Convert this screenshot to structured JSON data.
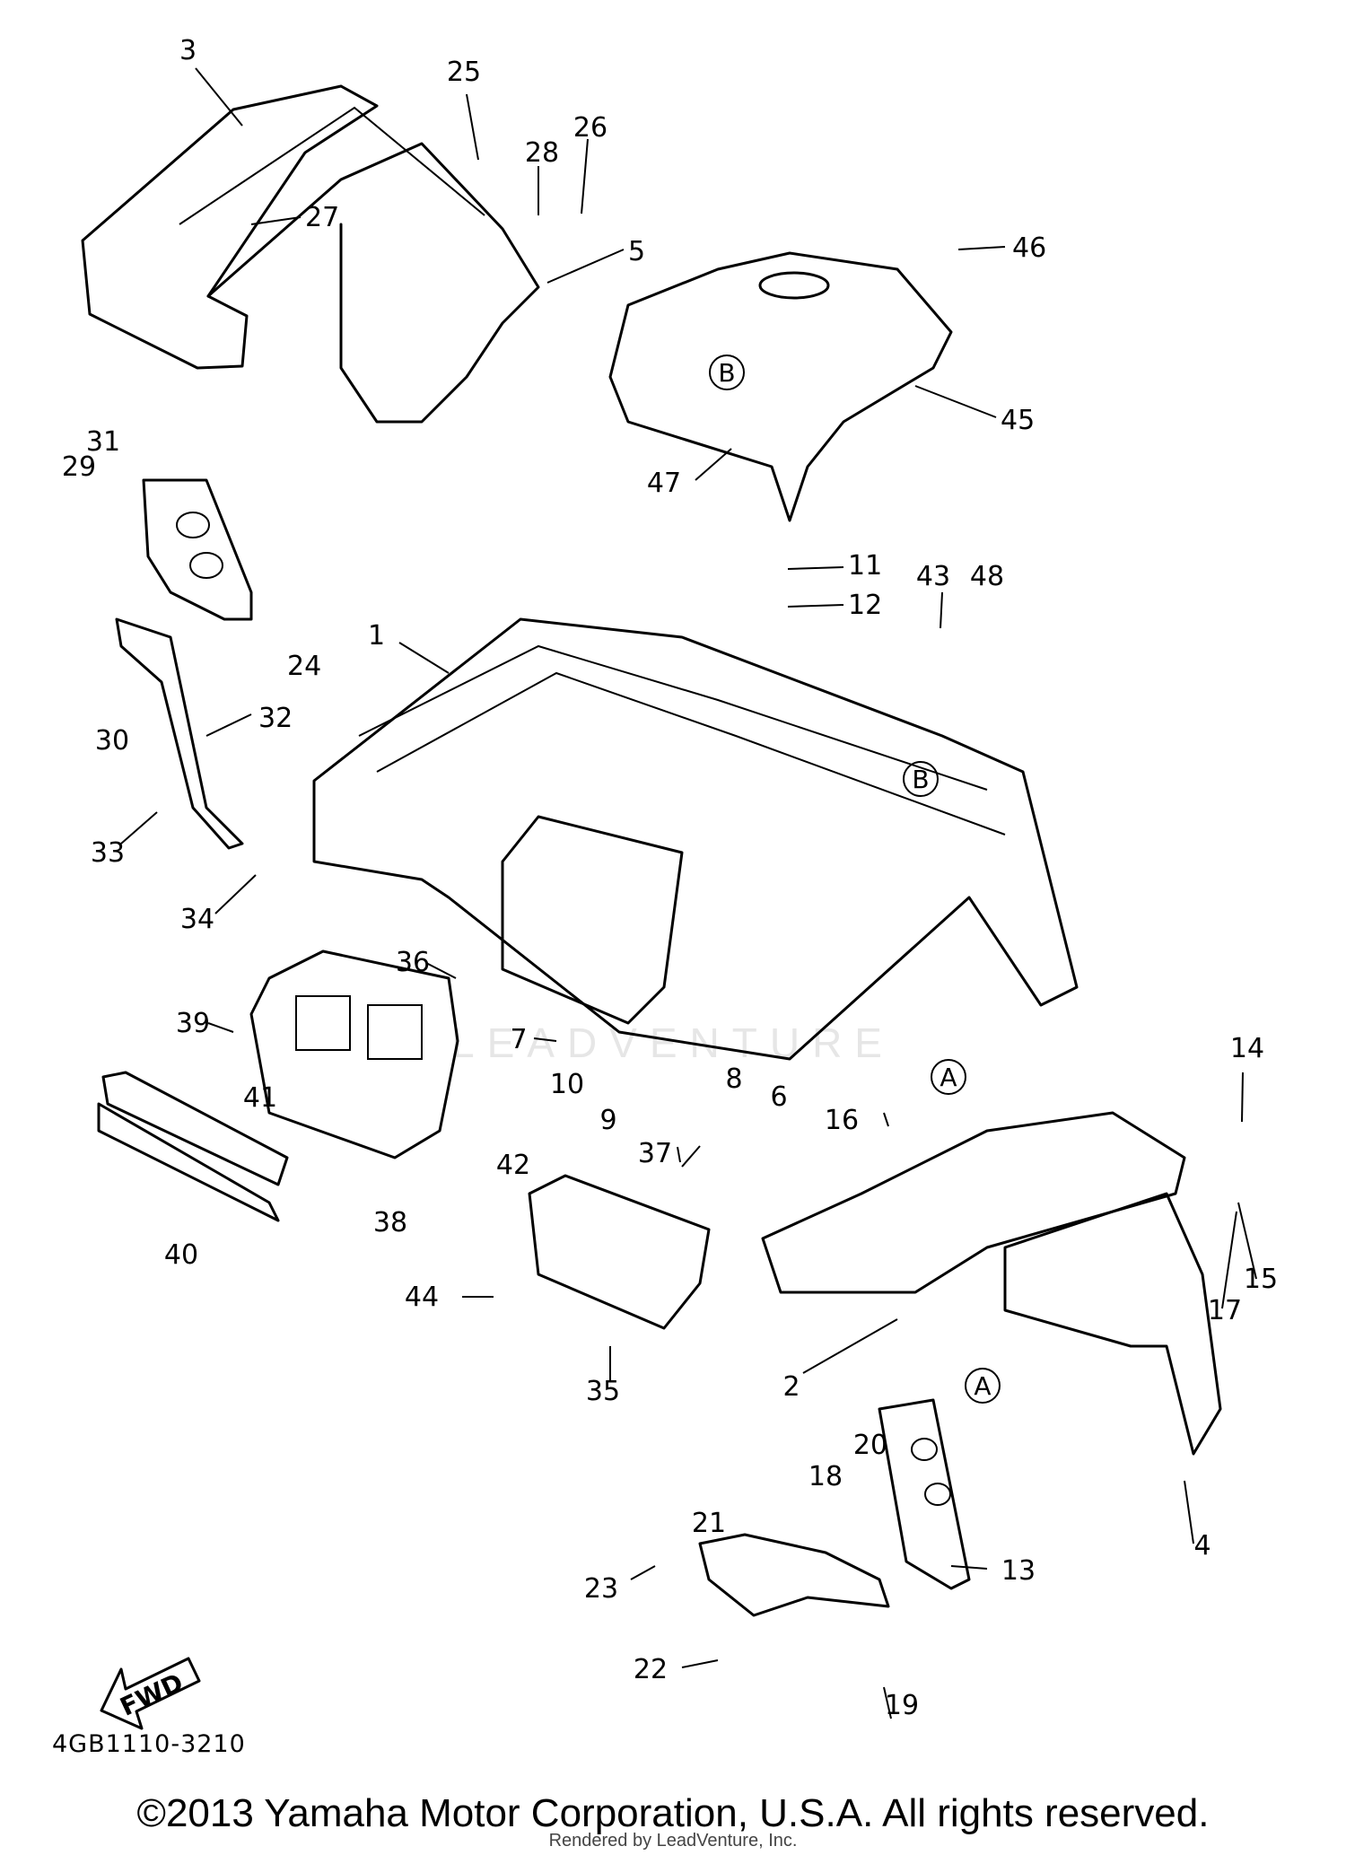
{
  "diagram": {
    "drawing_code": "4GB1110-3210",
    "copyright": "©2013 Yamaha Motor Corporation, U.S.A. All rights reserved.",
    "rendered_by": "Rendered by LeadVenture, Inc.",
    "watermark": "LEADVENTURE",
    "fwd_label": "FWD",
    "part_numbers": [
      "1",
      "2",
      "3",
      "4",
      "5",
      "6",
      "7",
      "8",
      "9",
      "10",
      "11",
      "12",
      "13",
      "14",
      "15",
      "16",
      "17",
      "18",
      "19",
      "20",
      "21",
      "22",
      "23",
      "24",
      "25",
      "26",
      "27",
      "28",
      "29",
      "30",
      "31",
      "32",
      "33",
      "34",
      "35",
      "36",
      "37",
      "38",
      "39",
      "40",
      "41",
      "42",
      "43",
      "44",
      "45",
      "46",
      "47",
      "48"
    ],
    "callouts": [
      "A",
      "A",
      "B",
      "B"
    ]
  }
}
